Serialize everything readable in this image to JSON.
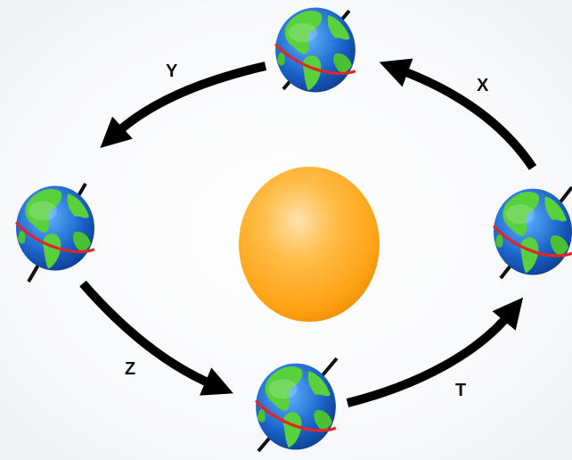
{
  "diagram": {
    "labels": {
      "y": "Y",
      "x": "X",
      "z": "Z",
      "t": "T"
    },
    "colors": {
      "sun_light": "#ffd89a",
      "sun_mid": "#ffab22",
      "sun_dark": "#f08a00",
      "ocean_light": "#4fa3f0",
      "ocean_dark": "#0a3c9a",
      "land": "#56d13a",
      "land_dark": "#2e9a1e",
      "equator": "#e0262a",
      "axis": "#111111",
      "arrow": "#000000"
    },
    "icons": [
      "sun-icon",
      "earth-globe-icon",
      "orbit-arrow-icon"
    ]
  }
}
